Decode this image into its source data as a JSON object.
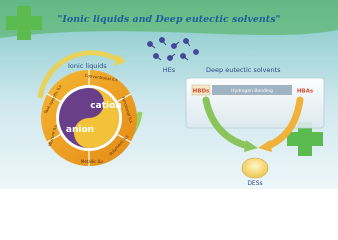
{
  "header": {
    "title": "\"Ionic liquids and Deep eutectic solvents\""
  },
  "ionic_liquids": {
    "label": "Ionic liquids",
    "cation": "cation",
    "anion": "anion",
    "segments": [
      "Conventional ILs",
      "Functional ILs",
      "Polymeric ILs",
      "Metallic ILs",
      "Mixture ILs",
      "Task-specific ILs"
    ]
  },
  "center": {
    "label": "HEs"
  },
  "deep_eutectic": {
    "label": "Deep eutectic solvents",
    "hbd": "HBDs",
    "bond": "Hydrogen Bonding",
    "hba": "HBAs",
    "product": "DESs"
  },
  "colors": {
    "background_top": "#4cb050",
    "background_bottom": "#eaf5f8",
    "green_plus": "#5bbb4f",
    "title": "#1d5f9a",
    "cation": "#f2c238",
    "anion": "#6a3f8a",
    "ring_orange": "#f4a520",
    "label_red": "#d9462c",
    "des_yellow": "#f2cf55"
  },
  "icons": [
    "plus-cross",
    "molecule-icon",
    "arrow-icon"
  ]
}
